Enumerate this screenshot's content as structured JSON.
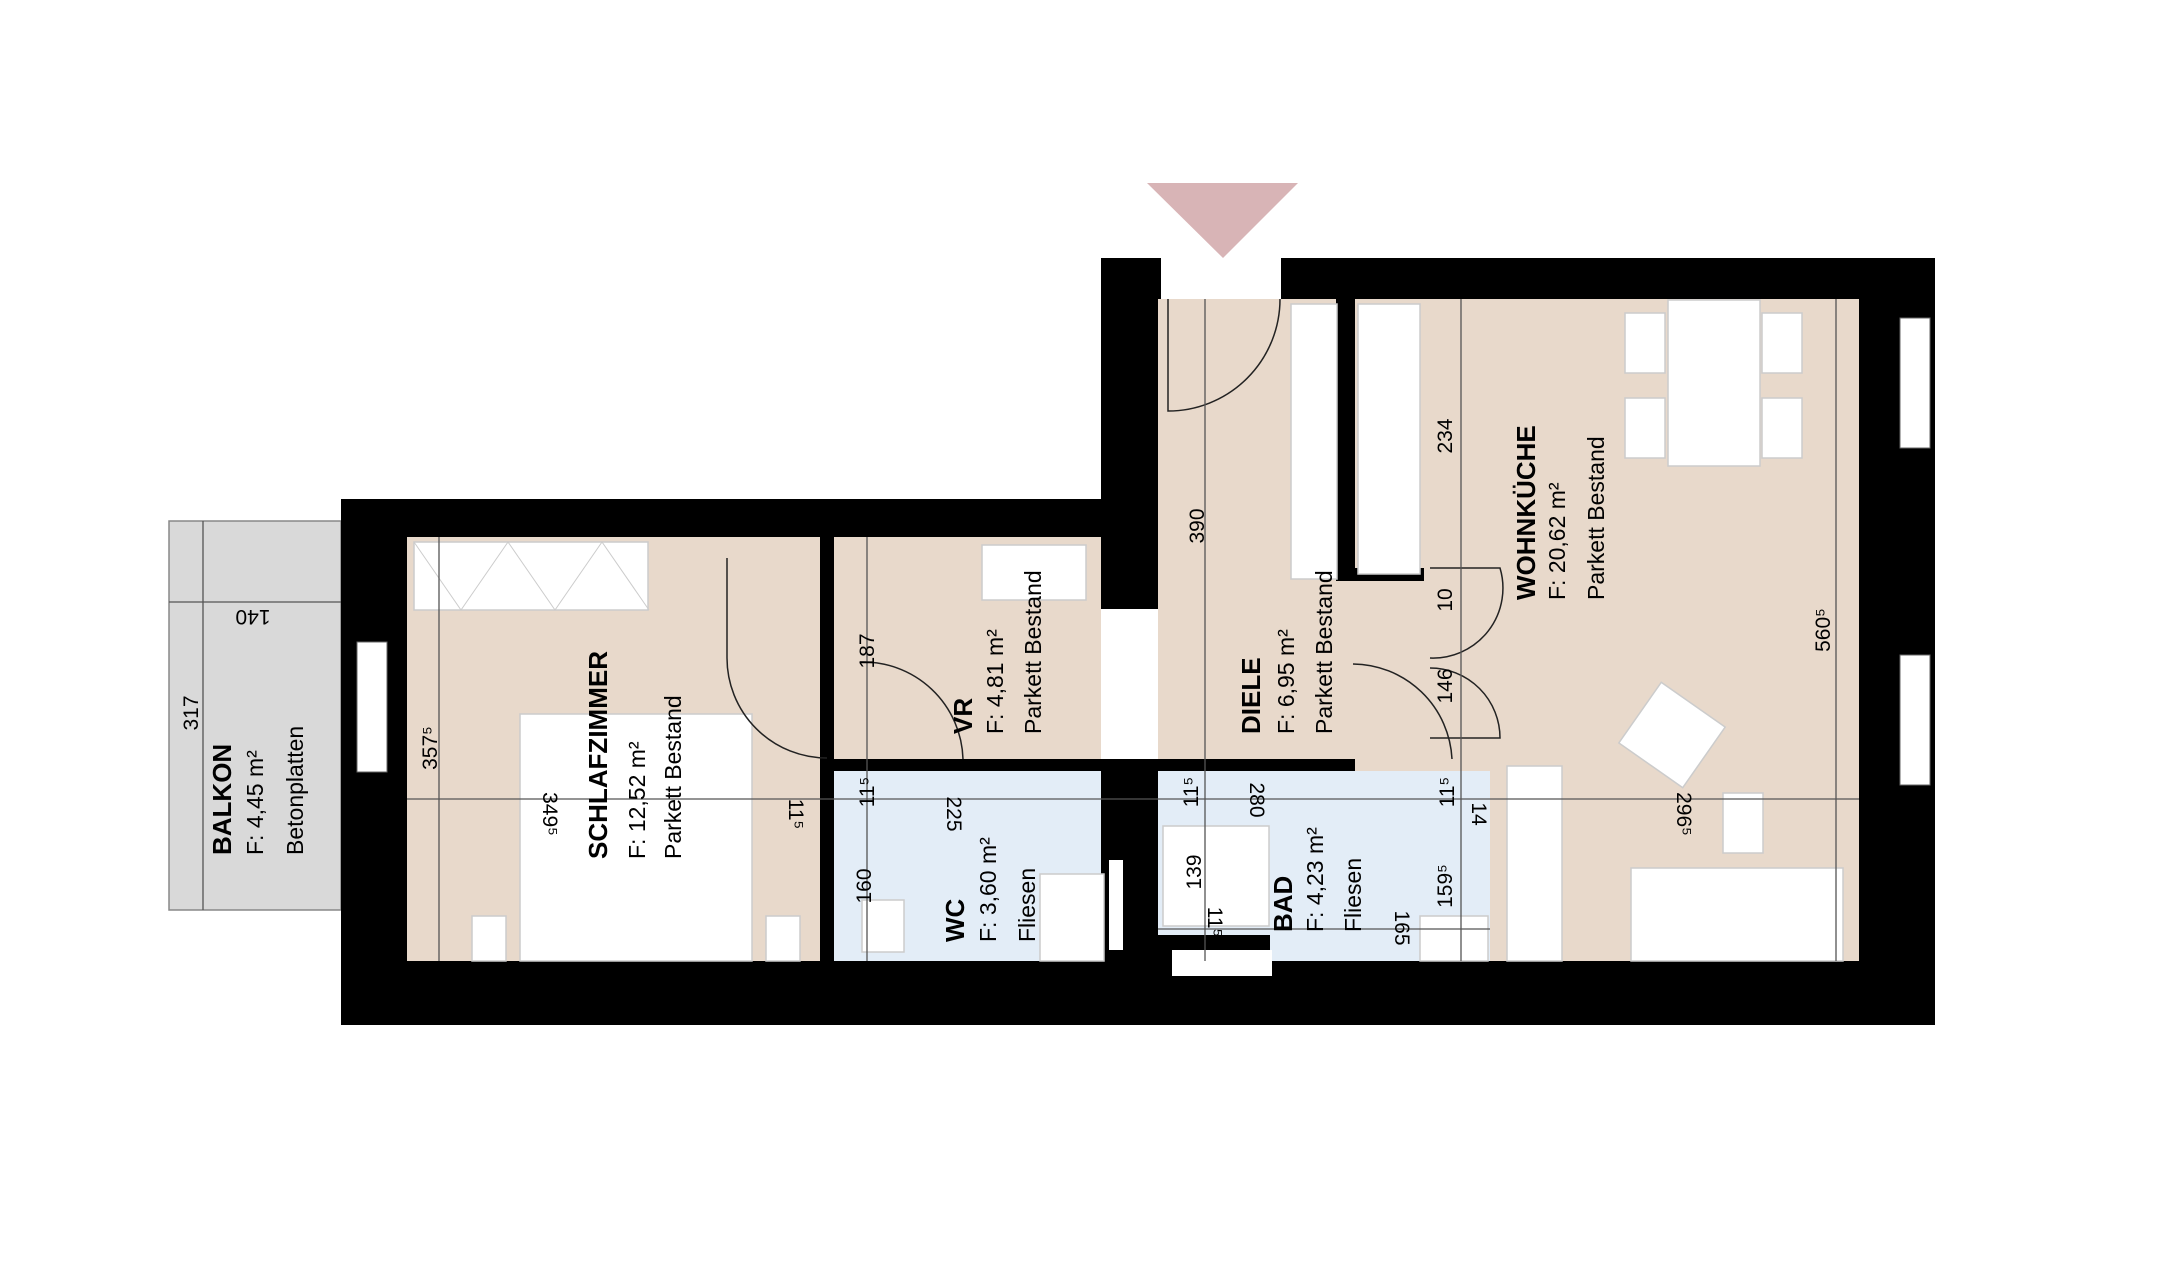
{
  "plan": {
    "entrance_marker_color": "#d8b4b6",
    "colors": {
      "living_floor": "#e8d9cb",
      "wet_floor": "#e3edf7",
      "balcony_floor": "#d9d9d9",
      "walls": "#000000"
    },
    "rooms": [
      {
        "name": "BALKON",
        "area": "F: 4,45 m²",
        "floor": "Betonplatten"
      },
      {
        "name": "SCHLAFZIMMER",
        "area": "F: 12,52 m²",
        "floor": "Parkett Bestand"
      },
      {
        "name": "VR",
        "area": "F: 4,81 m²",
        "floor": "Parkett Bestand"
      },
      {
        "name": "DIELE",
        "area": "F: 6,95 m²",
        "floor": "Parkett Bestand"
      },
      {
        "name": "WC",
        "area": "F: 3,60 m²",
        "floor": "Fliesen"
      },
      {
        "name": "BAD",
        "area": "F: 4,23 m²",
        "floor": "Fliesen"
      },
      {
        "name": "WOHNKÜCHE",
        "area": "F: 20,62 m²",
        "floor": "Parkett Bestand"
      }
    ],
    "dimensions": [
      "140",
      "317",
      "357⁵",
      "349⁵",
      "11⁵",
      "187",
      "390",
      "234",
      "10",
      "146",
      "560⁵",
      "296⁵",
      "11⁵",
      "225",
      "11⁵",
      "280",
      "11⁵",
      "14",
      "160",
      "139",
      "11⁵",
      "165",
      "159⁵"
    ]
  }
}
